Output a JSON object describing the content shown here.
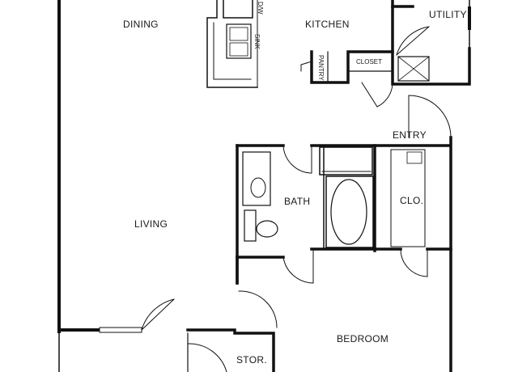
{
  "rooms": {
    "dining": "DINING",
    "kitchen": "KITCHEN",
    "utility": "UTILITY",
    "living": "LIVING",
    "bath": "BATH",
    "closet_large": "CLO.",
    "entry": "ENTRY",
    "bedroom": "BEDROOM",
    "storage": "STOR."
  },
  "fixtures": {
    "dishwasher": "D/W",
    "sink": "SINK",
    "pantry": "PANTRY",
    "closet": "CLOSET"
  }
}
